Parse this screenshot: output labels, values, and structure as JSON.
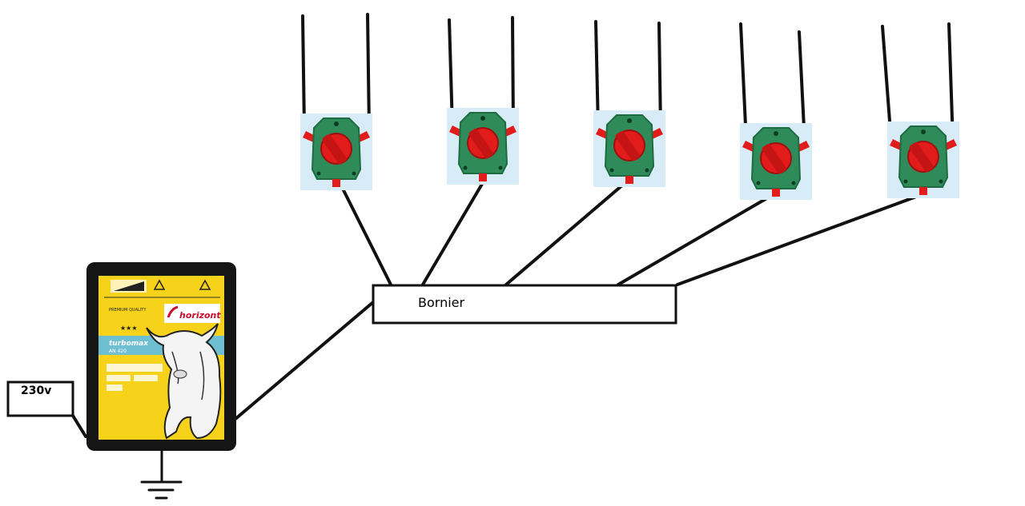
{
  "power_label": "230v",
  "bornier_label": "Bornier",
  "energizer": {
    "brand": "horizont",
    "model": "turbomax",
    "model_sub": "AN 420",
    "tagline": "PREMIUM QUALITY",
    "stars": "★★★"
  },
  "switch_count": 5,
  "colors": {
    "wire": "#111111",
    "switch_body": "#2f8c5a",
    "switch_knob": "#e21b1b",
    "switch_bg": "#d7ecf6",
    "energizer_yellow": "#f6d21a",
    "energizer_case": "#151515",
    "energizer_band": "#6fbfd3",
    "brand_red": "#c8102e"
  },
  "icons": [
    "ground-symbol-icon",
    "bull-icon",
    "warning-icon"
  ]
}
